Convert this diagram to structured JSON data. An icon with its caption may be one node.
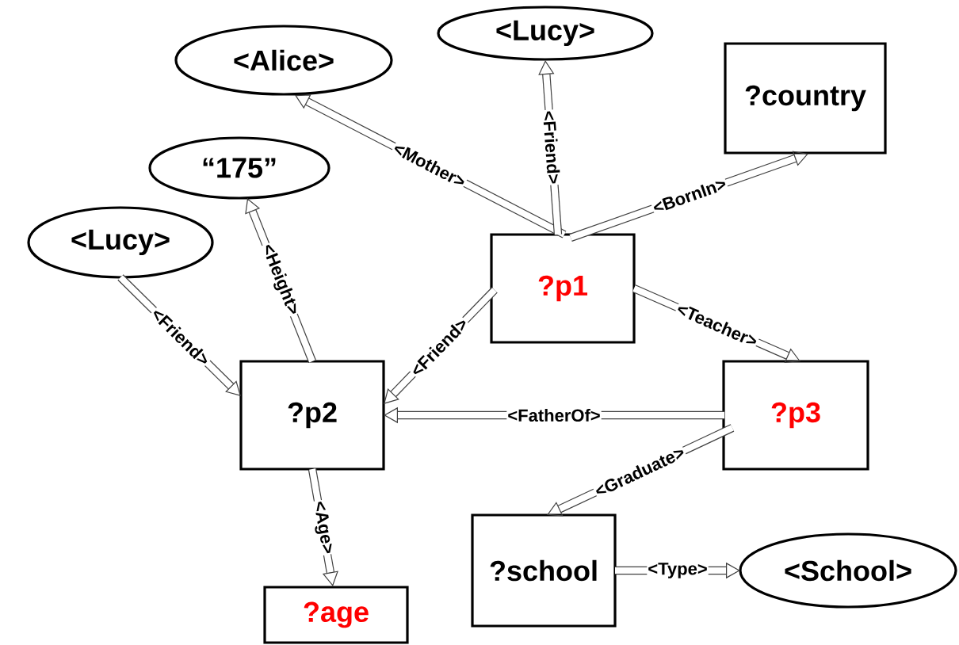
{
  "diagram": {
    "nodes": [
      {
        "text": [
          "<Alice>"
        ]
      },
      {
        "text": [
          "<Lucy>"
        ]
      },
      {
        "text": [
          "?country"
        ]
      },
      {
        "text": [
          "“175”"
        ]
      },
      {
        "text": [
          "<Lucy>"
        ]
      },
      {
        "text": [
          "?p1"
        ]
      },
      {
        "text": [
          "?p2"
        ]
      },
      {
        "text": [
          "?p3"
        ]
      },
      {
        "text": [
          "?age"
        ]
      },
      {
        "text": [
          "?school"
        ]
      },
      {
        "text": [
          "<School>"
        ]
      }
    ],
    "edges": [
      {
        "from": 5,
        "to": 0,
        "arrow": "to",
        "label": "<Mother>"
      },
      {
        "from": 5,
        "to": 1,
        "arrow": "to",
        "label": "<Friend>"
      },
      {
        "from": 5,
        "to": 2,
        "arrow": "to",
        "label": "<BornIn>"
      },
      {
        "from": 4,
        "to": 6,
        "arrow": "to",
        "label": "<Friend>"
      },
      {
        "from": 6,
        "to": 3,
        "arrow": "to",
        "label": "<Height>"
      },
      {
        "from": 5,
        "to": 6,
        "arrow": "to",
        "label": "<Friend>"
      },
      {
        "from": 5,
        "to": 7,
        "arrow": "to",
        "label": "<Teacher>"
      },
      {
        "from": 7,
        "to": 6,
        "arrow": "to",
        "label": "<FatherOf>"
      },
      {
        "from": 6,
        "to": 8,
        "arrow": "to",
        "label": "<Age>"
      },
      {
        "from": 7,
        "to": 9,
        "arrow": "to",
        "label": "<Graduate>"
      },
      {
        "from": 9,
        "to": 10,
        "arrow": "to",
        "label": "<Type>"
      }
    ]
  }
}
